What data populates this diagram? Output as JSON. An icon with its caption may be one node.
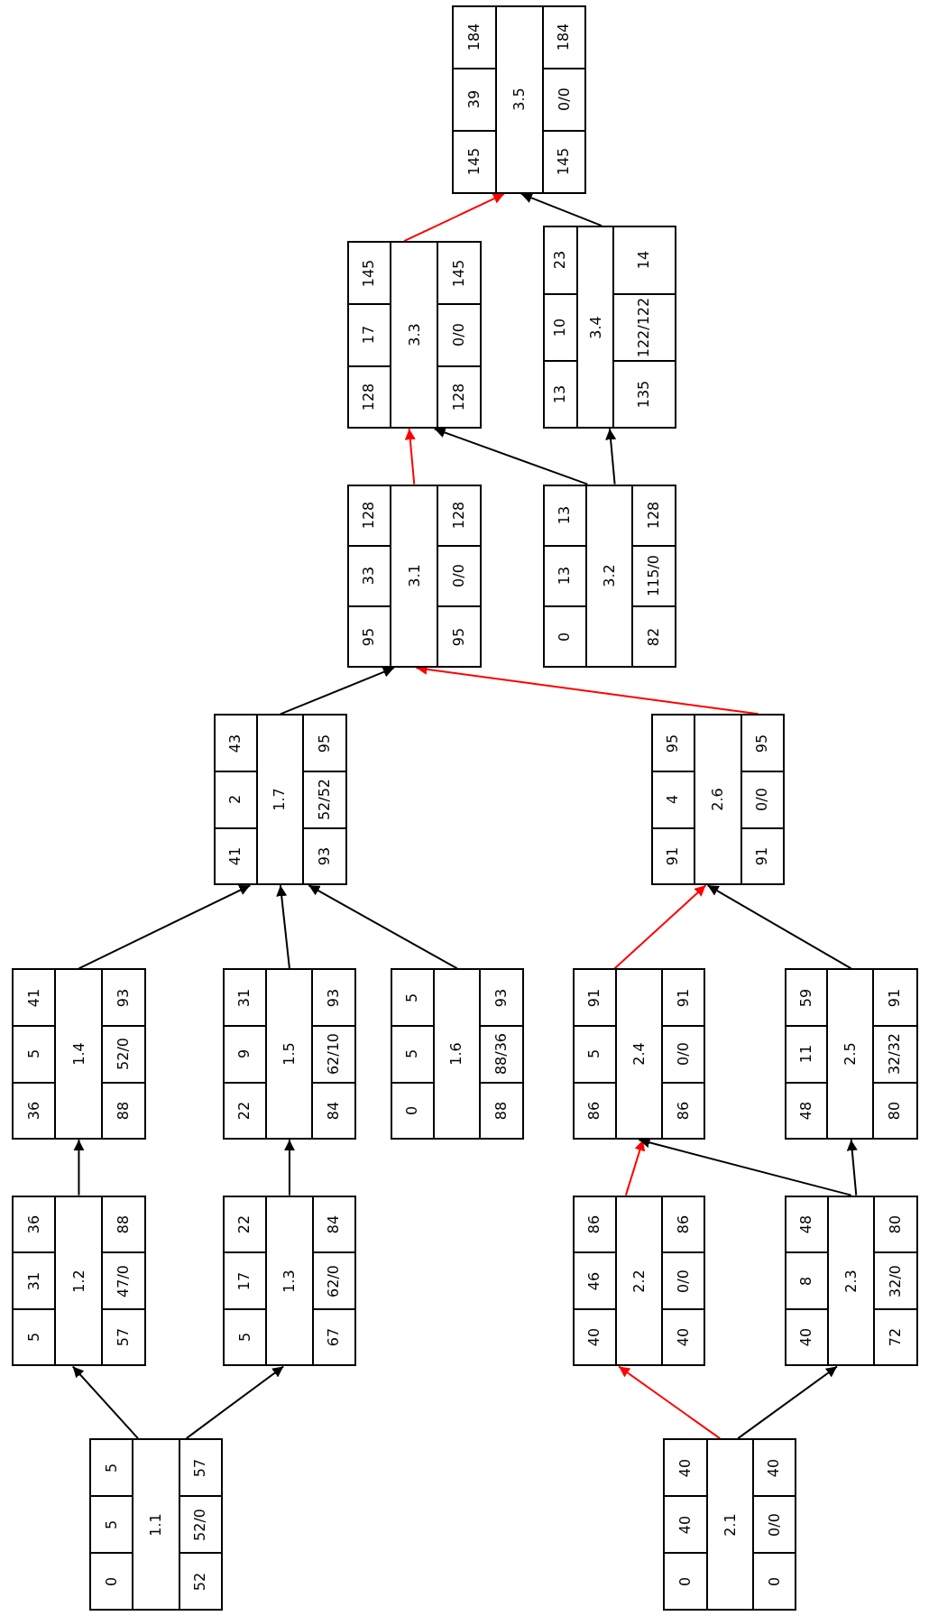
{
  "diagram": {
    "nodes": [
      {
        "text": [
          "0",
          "5",
          "5",
          "1.1",
          "52",
          "52/0",
          "57"
        ]
      },
      {
        "text": [
          "5",
          "31",
          "36",
          "1.2",
          "57",
          "47/0",
          "88"
        ]
      },
      {
        "text": [
          "5",
          "17",
          "22",
          "1.3",
          "67",
          "62/0",
          "84"
        ]
      },
      {
        "text": [
          "36",
          "5",
          "41",
          "1.4",
          "88",
          "52/0",
          "93"
        ]
      },
      {
        "text": [
          "22",
          "9",
          "31",
          "1.5",
          "84",
          "62/10",
          "93"
        ]
      },
      {
        "text": [
          "0",
          "5",
          "5",
          "1.6",
          "88",
          "88/36",
          "93"
        ]
      },
      {
        "text": [
          "41",
          "2",
          "43",
          "1.7",
          "93",
          "52/52",
          "95"
        ]
      },
      {
        "text": [
          "95",
          "33",
          "128",
          "3.1",
          "95",
          "0/0",
          "128"
        ]
      },
      {
        "text": [
          "0",
          "13",
          "13",
          "3.2",
          "82",
          "115/0",
          "128"
        ]
      },
      {
        "text": [
          "128",
          "17",
          "145",
          "3.3",
          "128",
          "0/0",
          "145"
        ]
      },
      {
        "text": [
          "13",
          "10",
          "23",
          "3.4",
          "135",
          "122/122",
          "14"
        ]
      },
      {
        "text": [
          "145",
          "39",
          "184",
          "3.5",
          "145",
          "0/0",
          "184"
        ]
      },
      {
        "text": [
          "0",
          "40",
          "40",
          "2.1",
          "0",
          "0/0",
          "40"
        ]
      },
      {
        "text": [
          "40",
          "46",
          "86",
          "2.2",
          "40",
          "0/0",
          "86"
        ]
      },
      {
        "text": [
          "40",
          "8",
          "48",
          "2.3",
          "72",
          "32/0",
          "80"
        ]
      },
      {
        "text": [
          "86",
          "5",
          "91",
          "2.4",
          "86",
          "0/0",
          "91"
        ]
      },
      {
        "text": [
          "48",
          "11",
          "59",
          "2.5",
          "80",
          "32/32",
          "91"
        ]
      },
      {
        "text": [
          "91",
          "4",
          "95",
          "2.6",
          "91",
          "0/0",
          "95"
        ]
      }
    ],
    "edges": [
      {
        "from": 0,
        "to": 1,
        "arrow": "to"
      },
      {
        "from": 0,
        "to": 2,
        "arrow": "to"
      },
      {
        "from": 1,
        "to": 3,
        "arrow": "to"
      },
      {
        "from": 2,
        "to": 4,
        "arrow": "to"
      },
      {
        "from": 3,
        "to": 6,
        "arrow": "to"
      },
      {
        "from": 4,
        "to": 6,
        "arrow": "to"
      },
      {
        "from": 5,
        "to": 6,
        "arrow": "to"
      },
      {
        "from": 6,
        "to": 7,
        "arrow": "to"
      },
      {
        "from": 17,
        "to": 7,
        "arrow": "to",
        "color": "#ff0000"
      },
      {
        "from": 7,
        "to": 9,
        "arrow": "to",
        "color": "#ff0000"
      },
      {
        "from": 8,
        "to": 9,
        "arrow": "to"
      },
      {
        "from": 8,
        "to": 10,
        "arrow": "to"
      },
      {
        "from": 9,
        "to": 11,
        "arrow": "to",
        "color": "#ff0000"
      },
      {
        "from": 10,
        "to": 11,
        "arrow": "to"
      },
      {
        "from": 12,
        "to": 13,
        "arrow": "to",
        "color": "#ff0000"
      },
      {
        "from": 12,
        "to": 14,
        "arrow": "to"
      },
      {
        "from": 13,
        "to": 15,
        "arrow": "to",
        "color": "#ff0000"
      },
      {
        "from": 14,
        "to": 15,
        "arrow": "to"
      },
      {
        "from": 14,
        "to": 16,
        "arrow": "to"
      },
      {
        "from": 15,
        "to": 17,
        "arrow": "to",
        "color": "#ff0000"
      },
      {
        "from": 16,
        "to": 17,
        "arrow": "to"
      }
    ]
  }
}
